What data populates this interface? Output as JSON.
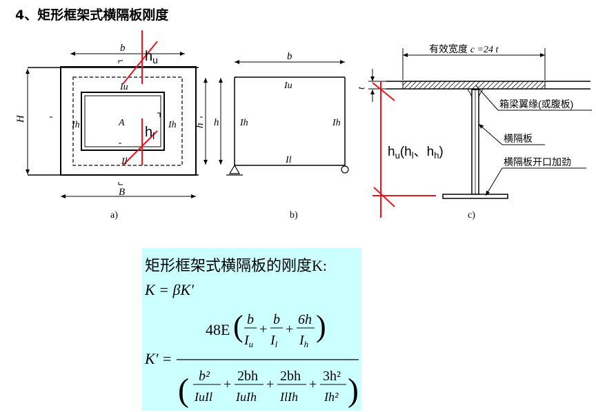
{
  "title": "4、矩形框架式横隔板刚度",
  "figure_a": {
    "label_b": "b",
    "label_B": "B",
    "label_H": "H",
    "label_h": "h",
    "label_Iu": "Iu",
    "label_Il": "Il",
    "label_Ih_left": "Ih",
    "label_Ih_right": "Ih",
    "label_A": "A",
    "label_hu": "h",
    "label_hu_sub": "u",
    "label_hl": "h",
    "label_hl_sub": "l",
    "caption": "a)"
  },
  "figure_b": {
    "label_b": "b",
    "label_h": "h",
    "label_Iu": "Iu",
    "label_Il": "Il",
    "label_Ih_left": "Ih",
    "label_Ih_right": "Ih",
    "caption": "b)"
  },
  "figure_c": {
    "effective_width": "有效宽度",
    "effective_width_value": "c =24 t",
    "label_t": "t",
    "callout_flange": "箱梁翼缘(或腹板)",
    "callout_diaphragm": "横隔板",
    "callout_stiffener": "横隔板开口加劲",
    "label_hu": "h",
    "label_hu_sub": "u",
    "label_paren_open": "(h",
    "label_hl_sub": "l",
    "label_sep": "、h",
    "label_hh_sub": "h",
    "label_paren_close": ")",
    "caption": "c)"
  },
  "formula": {
    "heading": "矩形框架式横隔板的刚度K:",
    "line1": "K = βK'",
    "kprime": "K'",
    "numerator_coef": "48E",
    "terms_num": [
      "b",
      "b",
      "6h"
    ],
    "terms_num_den": [
      "I",
      "I",
      "I"
    ],
    "terms_num_den_sub": [
      "u",
      "l",
      "h"
    ],
    "terms_den_num": [
      "b²",
      "2bh",
      "2bh",
      "3h²"
    ],
    "terms_den_den": [
      "IuIl",
      "IuIh",
      "IlIh",
      "Ih²"
    ]
  },
  "colors": {
    "red": "#e8141e",
    "formula_bg": "#ccffff"
  }
}
